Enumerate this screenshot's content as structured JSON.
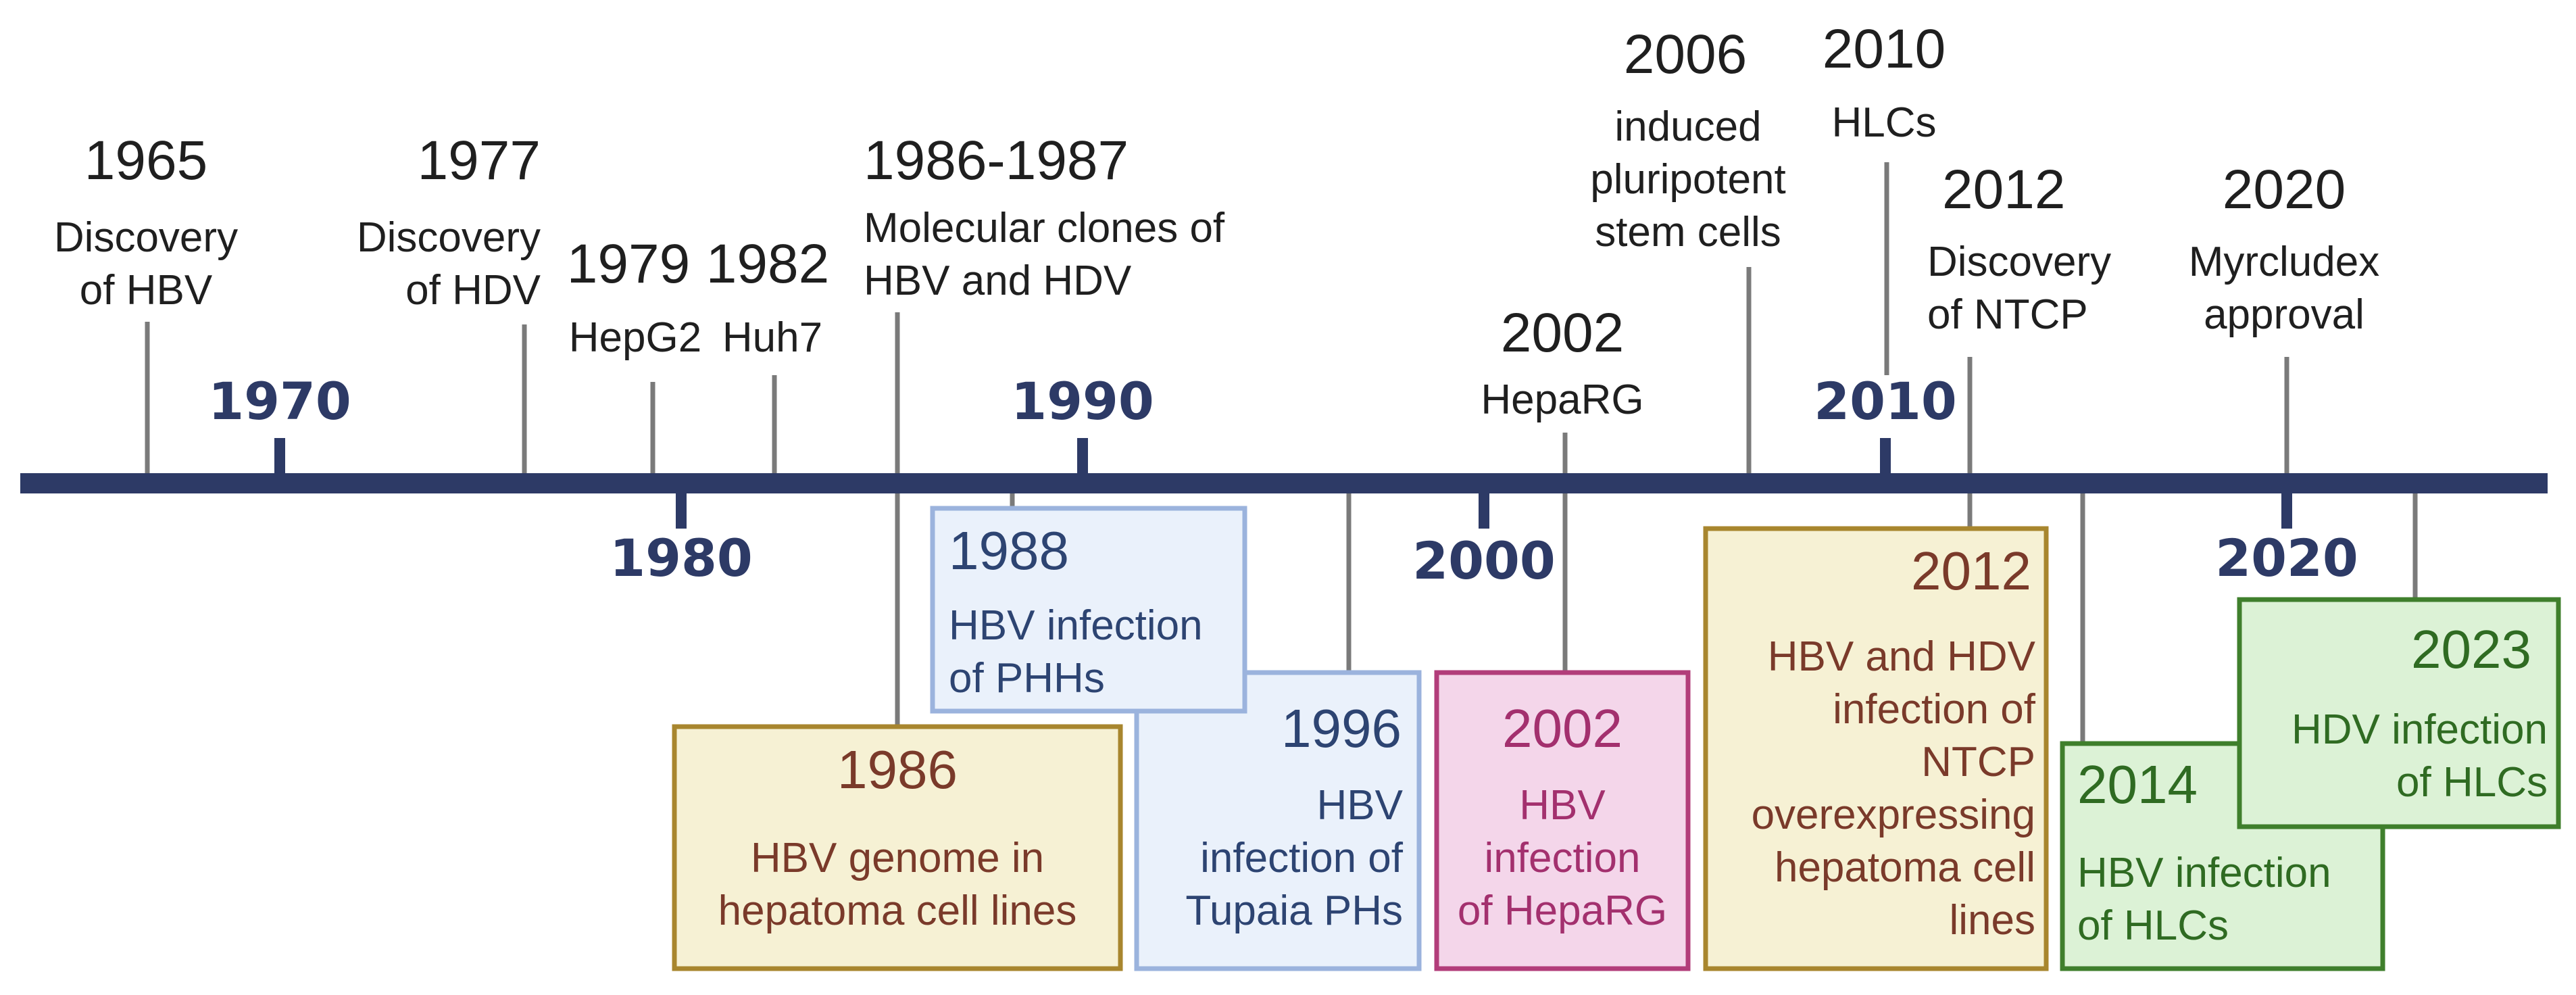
{
  "colors": {
    "axis": "#2d3a66",
    "connector": "#7a7a7a",
    "yellow_fill": "#f6f1d4",
    "yellow_stroke": "#a8862e",
    "yellow_text": "#7a3a2a",
    "blue_fill": "#eaf1fb",
    "blue_stroke": "#9bb3dd",
    "blue_text": "#2d4472",
    "pink_fill": "#f4d6ea",
    "pink_stroke": "#b23d7a",
    "pink_text": "#a3306e",
    "green_fill": "#dcf2d6",
    "green_stroke": "#3f7f2c",
    "green_text": "#2f6b22"
  },
  "decades": [
    "1970",
    "1980",
    "1990",
    "2000",
    "2010",
    "2020"
  ],
  "events_above": [
    {
      "year": "1965",
      "lines": [
        "Discovery",
        "of HBV"
      ]
    },
    {
      "year": "1977",
      "lines": [
        "Discovery",
        "of HDV"
      ]
    },
    {
      "year": "1979",
      "lines": [
        "HepG2"
      ]
    },
    {
      "year": "1982",
      "lines": [
        "Huh7"
      ]
    },
    {
      "year": "1986-1987",
      "lines": [
        "Molecular clones of",
        "HBV and HDV"
      ]
    },
    {
      "year": "2002",
      "lines": [
        "HepaRG"
      ]
    },
    {
      "year": "2006",
      "lines": [
        "induced",
        "pluripotent",
        "stem cells"
      ]
    },
    {
      "year": "2010",
      "lines": [
        "HLCs"
      ]
    },
    {
      "year": "2012",
      "lines": [
        "Discovery",
        "of NTCP"
      ]
    },
    {
      "year": "2020",
      "lines": [
        "Myrcludex",
        "approval"
      ]
    }
  ],
  "events_below": [
    {
      "year": "1986",
      "color": "yellow",
      "lines": [
        "HBV genome in",
        "hepatoma cell lines"
      ]
    },
    {
      "year": "1988",
      "color": "blue",
      "lines": [
        "HBV infection",
        "of PHHs"
      ]
    },
    {
      "year": "1996",
      "color": "blue",
      "lines": [
        "HBV",
        "infection of",
        "Tupaia PHs"
      ]
    },
    {
      "year": "2002",
      "color": "pink",
      "lines": [
        "HBV",
        "infection",
        "of HepaRG"
      ]
    },
    {
      "year": "2012",
      "color": "yellow",
      "lines": [
        "HBV and HDV",
        "infection of",
        "NTCP",
        "overexpressing",
        "hepatoma cell",
        "lines"
      ]
    },
    {
      "year": "2014",
      "color": "green",
      "lines": [
        "HBV infection",
        "of HLCs"
      ]
    },
    {
      "year": "2023",
      "color": "green",
      "lines": [
        "HDV infection",
        "of HLCs"
      ]
    }
  ]
}
